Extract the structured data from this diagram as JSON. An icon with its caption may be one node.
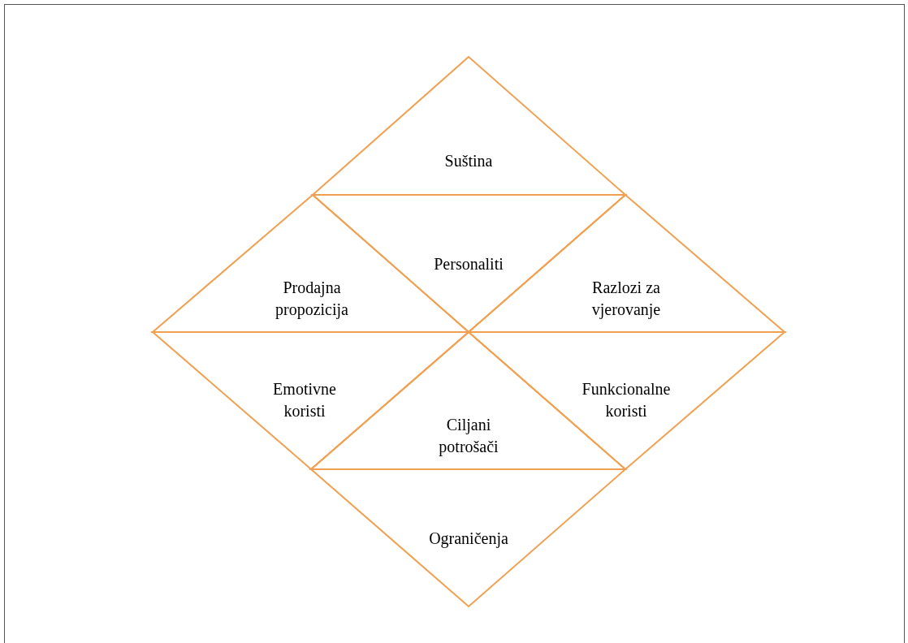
{
  "diagram": {
    "nodes": [
      {
        "text": [
          "Suština"
        ]
      },
      {
        "text": [
          "Prodajna propozicija"
        ]
      },
      {
        "text": [
          "Personaliti"
        ]
      },
      {
        "text": [
          "Razlozi za vjerovanje"
        ]
      },
      {
        "text": [
          "Emotivne koristi"
        ]
      },
      {
        "text": [
          "Ciljani potrošači"
        ]
      },
      {
        "text": [
          "Funkcionalne koristi"
        ]
      },
      {
        "text": [
          "Ograničenja"
        ]
      }
    ]
  }
}
